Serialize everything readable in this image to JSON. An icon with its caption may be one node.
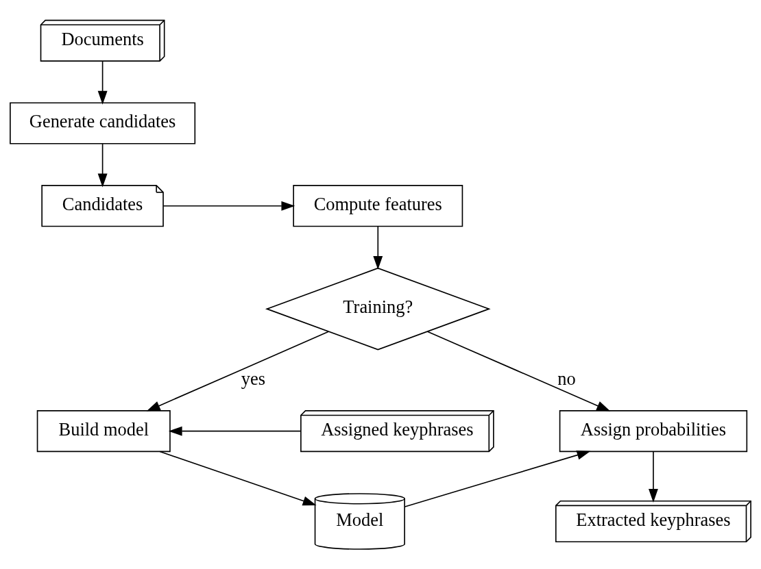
{
  "diagram": {
    "nodes": [
      {
        "text": [
          "Documents"
        ]
      },
      {
        "text": [
          "Generate candidates"
        ]
      },
      {
        "text": [
          "Candidates"
        ]
      },
      {
        "text": [
          "Compute features"
        ]
      },
      {
        "text": [
          "Training?"
        ]
      },
      {
        "text": [
          "Assigned keyphrases"
        ]
      },
      {
        "text": [
          "Build model"
        ]
      },
      {
        "text": [
          "Assign probabilities"
        ]
      },
      {
        "text": [
          "Model"
        ]
      },
      {
        "text": [
          "Extracted keyphrases"
        ]
      }
    ],
    "edges": [
      {
        "from": 0,
        "to": 1,
        "arrow": "to"
      },
      {
        "from": 1,
        "to": 2,
        "arrow": "to"
      },
      {
        "from": 2,
        "to": 3,
        "arrow": "to"
      },
      {
        "from": 3,
        "to": 4,
        "arrow": "to"
      },
      {
        "from": 4,
        "to": 6,
        "arrow": "to",
        "label": "yes"
      },
      {
        "from": 4,
        "to": 7,
        "arrow": "to",
        "label": "no"
      },
      {
        "from": 5,
        "to": 6,
        "arrow": "to"
      },
      {
        "from": 6,
        "to": 8,
        "arrow": "to"
      },
      {
        "from": 8,
        "to": 7,
        "arrow": "to"
      },
      {
        "from": 7,
        "to": 9,
        "arrow": "to"
      }
    ]
  }
}
